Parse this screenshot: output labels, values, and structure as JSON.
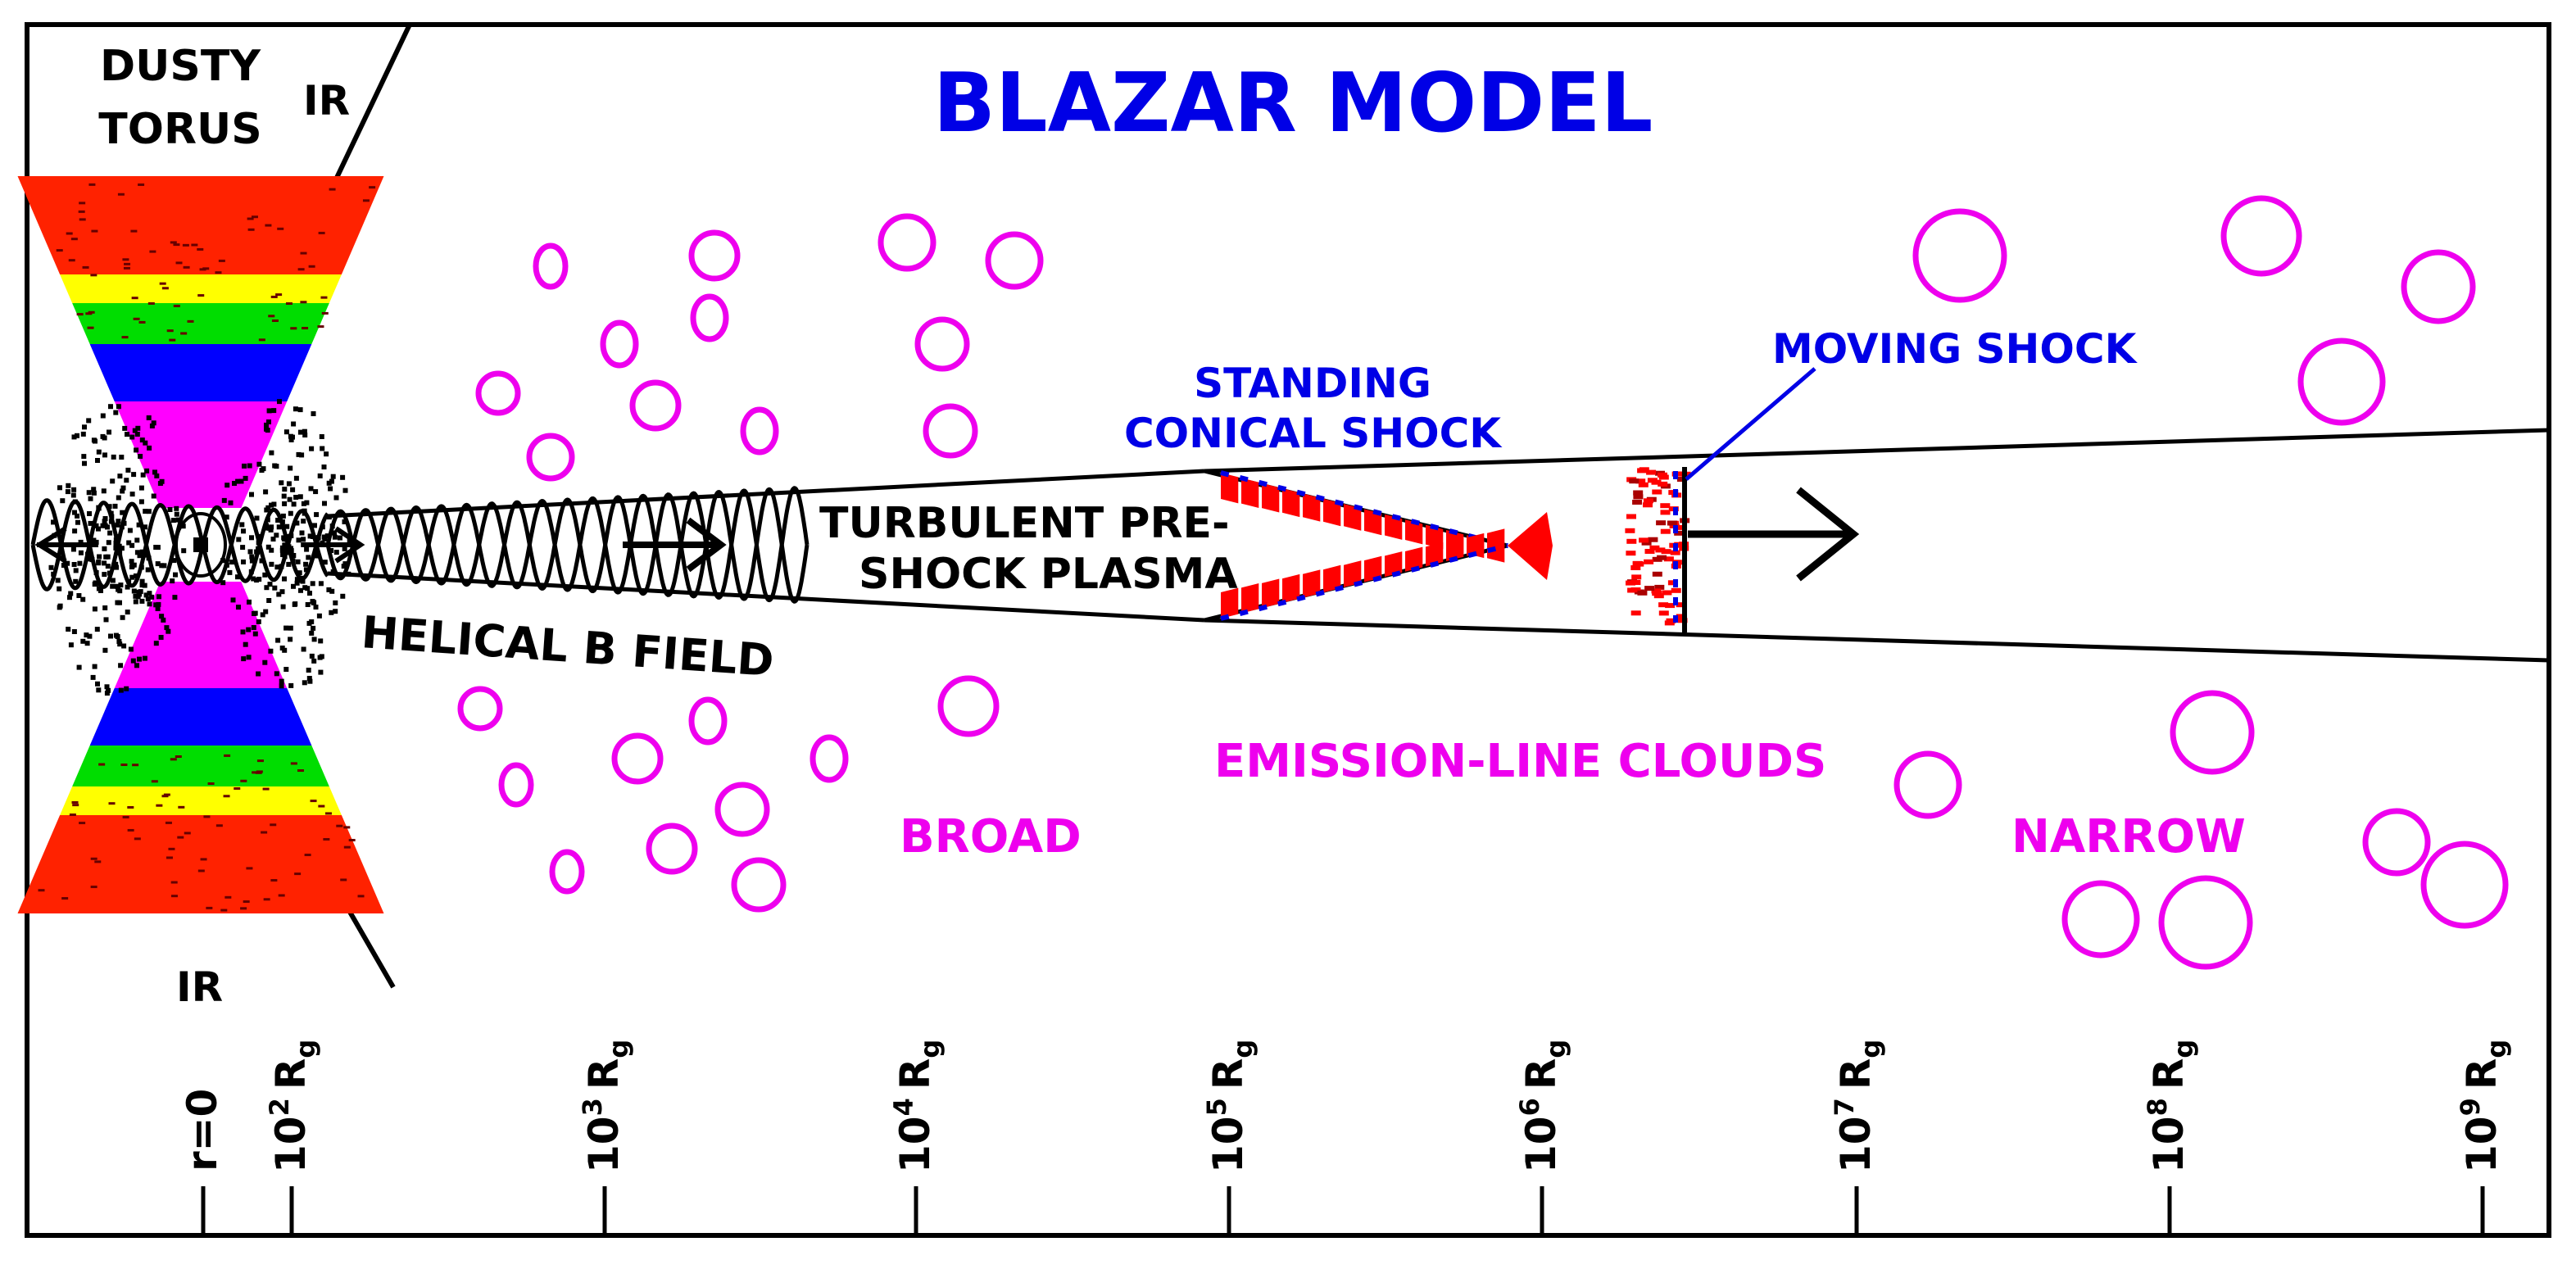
{
  "title": "BLAZAR MODEL",
  "colors": {
    "title": "#0000e6",
    "clouds": "#ee00ee",
    "torus_red": "#ff2200",
    "torus_yellow": "#ffff00",
    "torus_green": "#00dd00",
    "torus_blue": "#0000ff",
    "torus_magenta": "#ff00ff",
    "shock_red": "#ff0000",
    "shock_edge": "#0000e6",
    "line": "#000000"
  },
  "labels": {
    "torus_line1": "DUSTY",
    "torus_line2": "TORUS",
    "ir_top": "IR",
    "ir_bottom": "IR",
    "helical": "HELICAL B FIELD",
    "turbulent_line1": "TURBULENT PRE-",
    "turbulent_line2": "SHOCK PLASMA",
    "standing_line1": "STANDING",
    "standing_line2": "CONICAL SHOCK",
    "moving": "MOVING SHOCK",
    "emission": "EMISSION-LINE CLOUDS",
    "broad": "BROAD",
    "narrow": "NARROW"
  },
  "axis": {
    "origin": "r=0",
    "ticks": [
      {
        "base": "10",
        "exp": "2",
        "unit": "R",
        "sub": "g"
      },
      {
        "base": "10",
        "exp": "3",
        "unit": "R",
        "sub": "g"
      },
      {
        "base": "10",
        "exp": "4",
        "unit": "R",
        "sub": "g"
      },
      {
        "base": "10",
        "exp": "5",
        "unit": "R",
        "sub": "g"
      },
      {
        "base": "10",
        "exp": "6",
        "unit": "R",
        "sub": "g"
      },
      {
        "base": "10",
        "exp": "7",
        "unit": "R",
        "sub": "g"
      },
      {
        "base": "10",
        "exp": "8",
        "unit": "R",
        "sub": "g"
      },
      {
        "base": "10",
        "exp": "9",
        "unit": "R",
        "sub": "g"
      }
    ]
  }
}
